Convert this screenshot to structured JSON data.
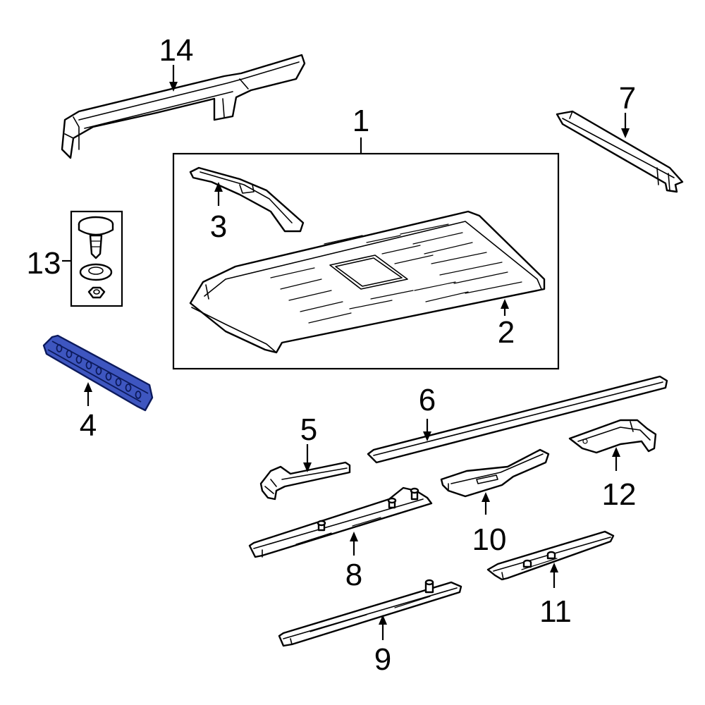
{
  "callouts": {
    "c1": "1",
    "c2": "2",
    "c3": "3",
    "c4": "4",
    "c5": "5",
    "c6": "6",
    "c7": "7",
    "c8": "8",
    "c9": "9",
    "c10": "10",
    "c11": "11",
    "c12": "12",
    "c13": "13",
    "c14": "14"
  },
  "colors": {
    "line": "#000000",
    "background": "#ffffff",
    "highlight_fill": "#3e56c0",
    "highlight_outline": "#0c1a5c"
  },
  "highlighted_part": "4"
}
